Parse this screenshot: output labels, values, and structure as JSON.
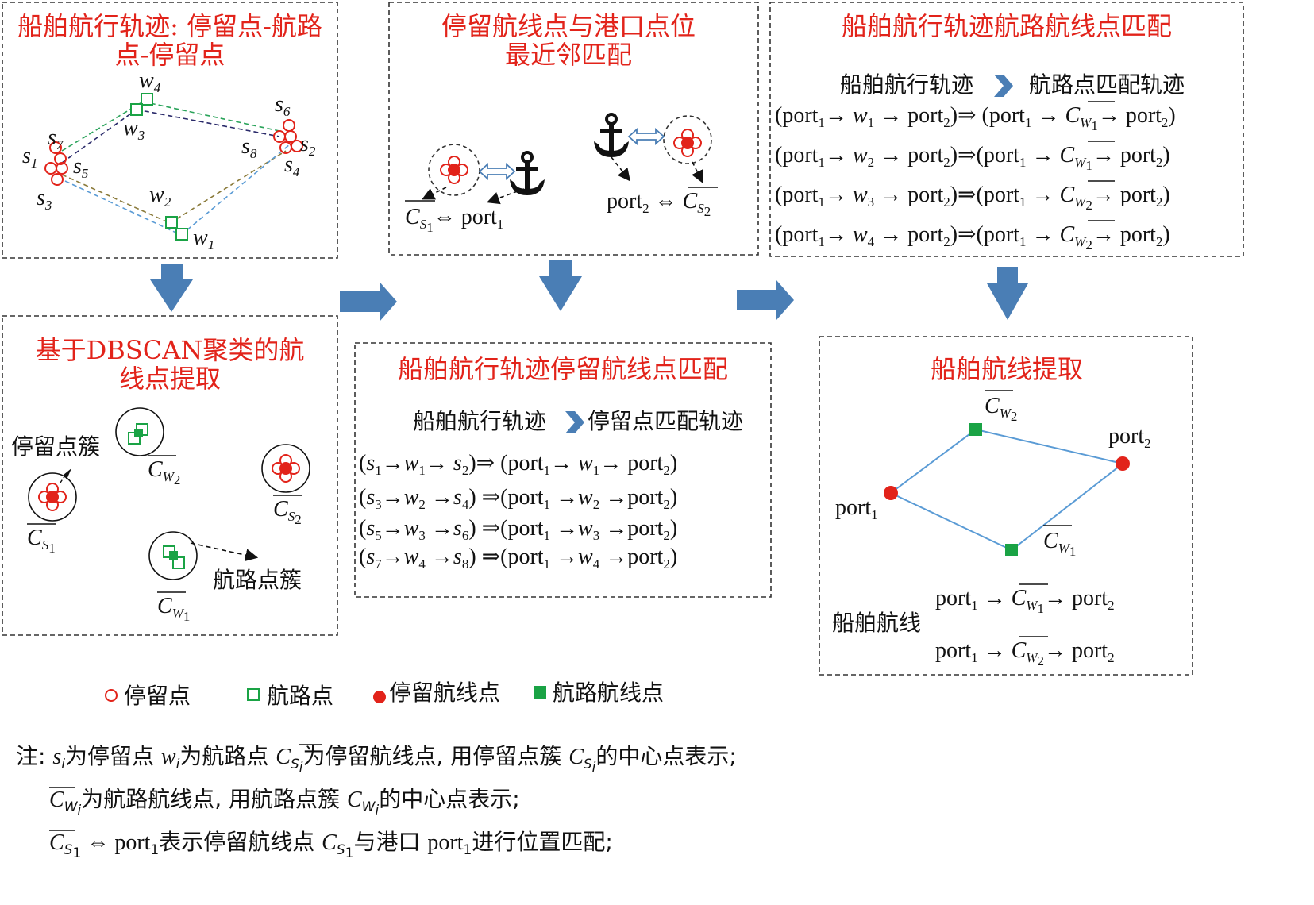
{
  "panels": {
    "trajectory": {
      "title_line1": "船舶航行轨迹: 停留点-航路",
      "title_line2": "点-停留点"
    },
    "port_match": {
      "title_line1": "停留航线点与港口点位",
      "title_line2": "最近邻匹配"
    },
    "waypoint_match": {
      "title": "船舶航行轨迹航路航线点匹配",
      "flow_left": "船舶航行轨迹",
      "flow_right": "航路点匹配轨迹"
    },
    "dbscan": {
      "title_line1": "基于DBSCAN聚类的航",
      "title_line2": "线点提取",
      "stay_cluster_label": "停留点簇",
      "waypoint_cluster_label": "航路点簇"
    },
    "stay_match": {
      "title": "船舶航行轨迹停留航线点匹配",
      "flow_left": "船舶航行轨迹",
      "flow_right": "停留点匹配轨迹"
    },
    "route_extract": {
      "title": "船舶航线提取",
      "route_label": "船舶航线"
    }
  },
  "legend": {
    "stay_point": "停留点",
    "waypoint": "航路点",
    "stay_route_point": "停留航线点",
    "waypoint_route_point": "航路航线点"
  },
  "notes": {
    "line1_prefix": "注:",
    "line1_a": "为停留点",
    "line1_b": "为航路点",
    "line1_c": "为停留航线点, 用停留点簇",
    "line1_d": "的中心点表示;",
    "line2_a": "为航路航线点, 用航路点簇",
    "line2_b": "的中心点表示;",
    "line3_a": "表示停留航线点",
    "line3_b": "与港口",
    "line3_c": "进行位置匹配;"
  },
  "colors": {
    "title_red": "#e2231a",
    "arrow_blue": "#4a7eb5",
    "waypoint_green": "#1aa345",
    "route_blue": "#5a9bd5"
  }
}
